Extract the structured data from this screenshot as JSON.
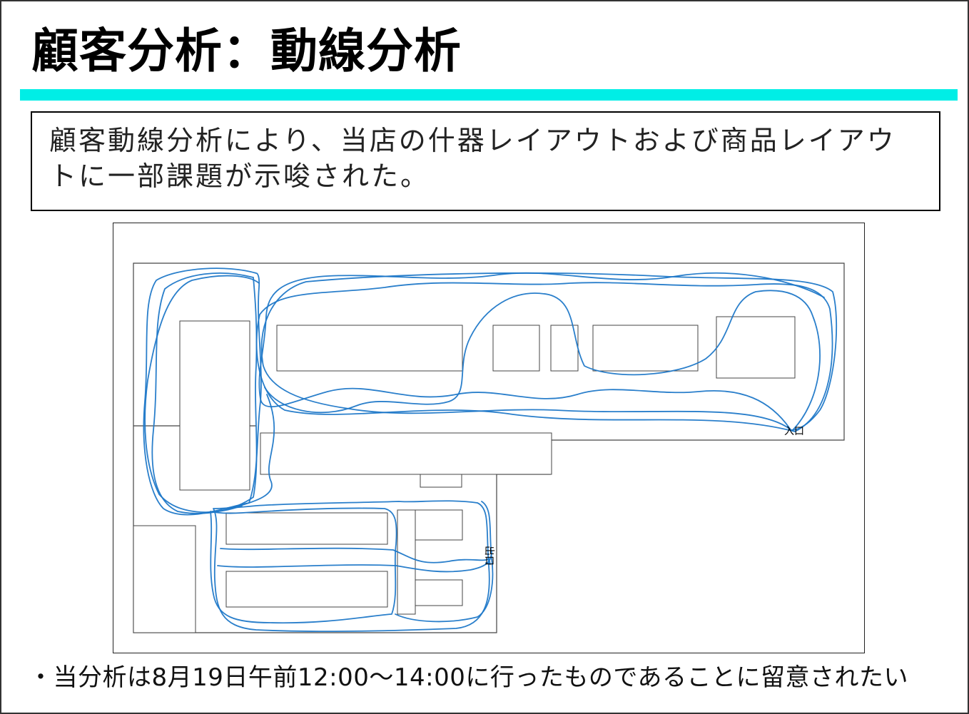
{
  "slide": {
    "title": "顧客分析：動線分析",
    "summary": "顧客動線分析により、当店の什器レイアウトおよび商品レイアウトに一部課題が示唆された。",
    "footnote": "・当分析は8月19日午前12:00～14:00に行ったものであることに留意されたい"
  },
  "floor_plan": {
    "entrance_label": "入口",
    "exit_label": "出口",
    "route_color": "#1f78c8"
  },
  "colors": {
    "accent_bar": "#00eee6",
    "border": "#000000"
  }
}
